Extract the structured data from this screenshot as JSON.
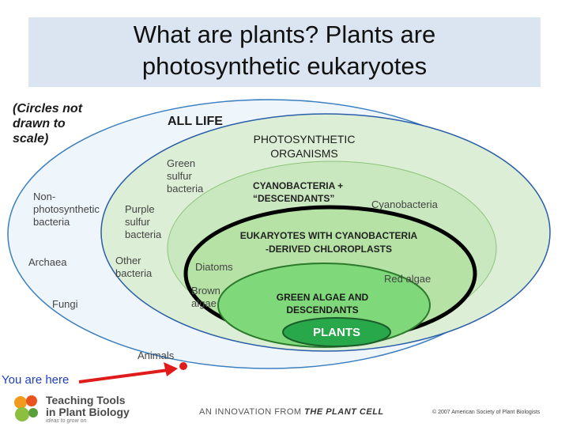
{
  "title": {
    "line1": "What are plants? Plants are",
    "line2": "photosynthetic eukaryotes"
  },
  "diagram": {
    "scale_note_line1": "(Circles not",
    "scale_note_line2": "drawn to",
    "scale_note_line3": "scale)",
    "all_life": "ALL LIFE",
    "photosynthetic_organisms_line1": "PHOTOSYNTHETIC",
    "photosynthetic_organisms_line2": "ORGANISMS",
    "green_sulfur_line1": "Green",
    "green_sulfur_line2": "sulfur",
    "green_sulfur_line3": "bacteria",
    "nonphoto_line1": "Non-",
    "nonphoto_line2": "photosynthetic",
    "nonphoto_line3": "bacteria",
    "purple_sulfur_line1": "Purple",
    "purple_sulfur_line2": "sulfur",
    "purple_sulfur_line3": "bacteria",
    "archaea": "Archaea",
    "other_bacteria_line1": "Other",
    "other_bacteria_line2": "bacteria",
    "fungi": "Fungi",
    "cyano_desc_line1": "CYANOBACTERIA +",
    "cyano_desc_line2": "“DESCENDANTS”",
    "cyanobacteria": "Cyanobacteria",
    "eukaryotes_line1": "EUKARYOTES WITH CYANOBACTERIA",
    "eukaryotes_line2": "-DERIVED CHLOROPLASTS",
    "diatoms": "Diatoms",
    "red_algae": "Red algae",
    "brown_algae_line1": "Brown",
    "brown_algae_line2": "algae",
    "green_algae_line1": "GREEN ALGAE AND",
    "green_algae_line2": "DESCENDANTS",
    "plants": "PLANTS",
    "animals": "Animals",
    "you_are_here": "You are here"
  },
  "colors": {
    "title_bg": "#dbe5f1",
    "all_life_fill": "#eef5fb",
    "photosynthetic_fill": "#dcefd6",
    "cyano_fill": "#c9e8bf",
    "eukaryote_fill": "#b6e2a6",
    "green_algae_fill": "#7fd97a",
    "plants_fill": "#28a84a",
    "arrow": "#e01b1b",
    "you_are_here_text": "#1f3fbf"
  },
  "footer": {
    "logo_line1": "Teaching Tools",
    "logo_line2": "in Plant Biology",
    "logo_sub": "ideas to grow on",
    "innovation_prefix": "AN INNOVATION FROM",
    "innovation_brand": "THE PLANT CELL",
    "copyright": "© 2007 American Society of Plant Biologists"
  }
}
